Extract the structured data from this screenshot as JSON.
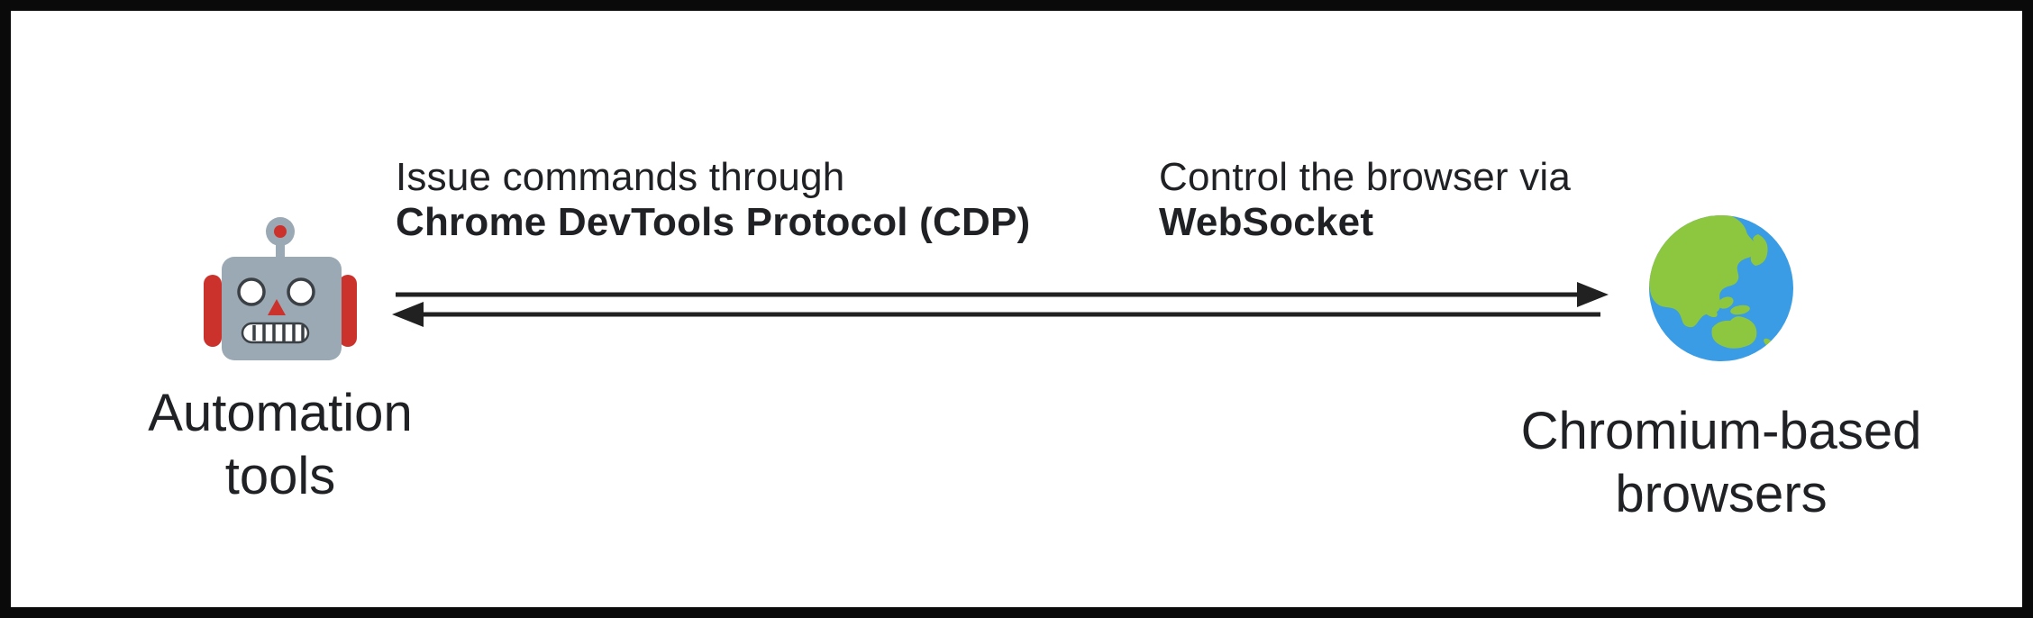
{
  "nodes": {
    "left": {
      "icon": "robot",
      "label_line1": "Automation",
      "label_line2": "tools"
    },
    "right": {
      "icon": "globe-showing-asia-australia",
      "label_line1": "Chromium-based",
      "label_line2": "browsers"
    }
  },
  "captions": {
    "left": {
      "line1": "Issue commands through",
      "line2_bold": "Chrome DevTools Protocol (CDP)"
    },
    "right": {
      "line1": "Control the browser via",
      "line2_bold": "WebSocket"
    }
  },
  "arrows": {
    "type": "bidirectional",
    "top_direction": "left-to-right",
    "bottom_direction": "right-to-left"
  },
  "colors": {
    "frame_border": "#0a0a0a",
    "background": "#ffffff",
    "text": "#202124",
    "arrow": "#212121",
    "robot_body": "#9aa9b4",
    "robot_red": "#cc322c",
    "robot_outline": "#3b4045",
    "globe_ocean": "#3a9ce4",
    "globe_land": "#8dc63f"
  }
}
